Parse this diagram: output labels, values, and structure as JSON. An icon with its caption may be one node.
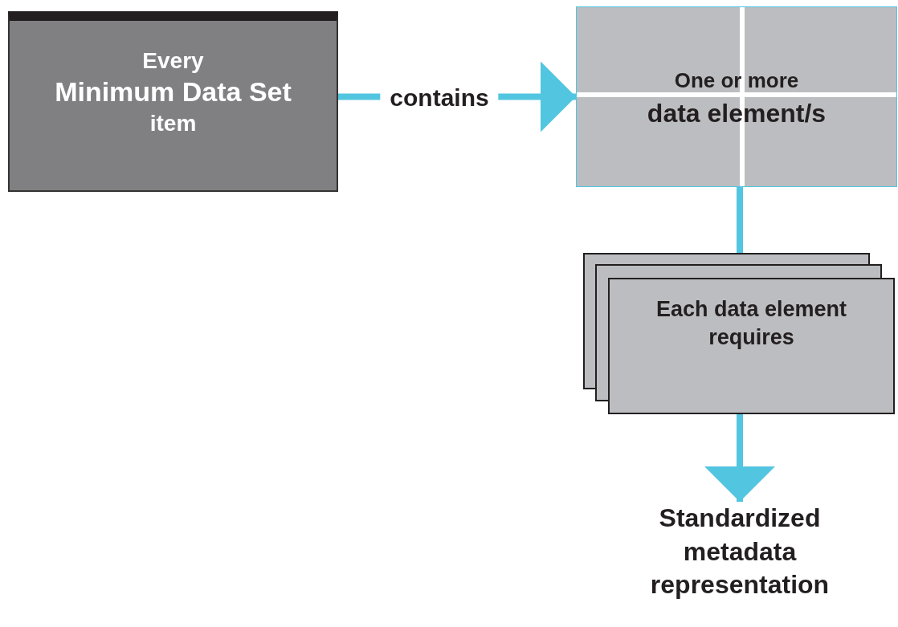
{
  "diagram": {
    "nodes": [
      {
        "text": [
          "Every",
          "Minimum Data Set",
          "item"
        ]
      },
      {
        "text": [
          "One or more",
          "data element/s"
        ]
      },
      {
        "text": [
          "Each data element requires"
        ]
      },
      {
        "text": [
          "Standardized metadata representation"
        ]
      }
    ],
    "edges": [
      {
        "from": 0,
        "to": 1,
        "arrow": "to",
        "label": "contains"
      },
      {
        "from": 1,
        "to": 2,
        "arrow": "none"
      },
      {
        "from": 2,
        "to": 3,
        "arrow": "to"
      }
    ]
  }
}
